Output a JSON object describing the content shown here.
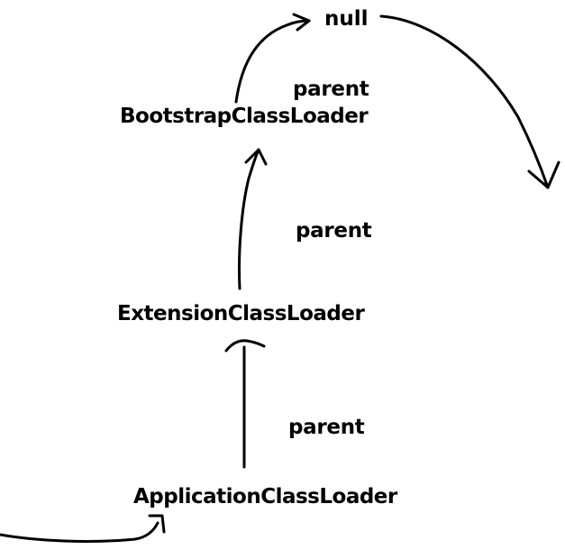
{
  "diagram": {
    "nodes": {
      "null_label": "null",
      "bootstrap": "BootstrapClassLoader",
      "extension": "ExtensionClassLoader",
      "application": "ApplicationClassLoader"
    },
    "edges": {
      "bootstrap_to_null": "parent",
      "extension_to_bootstrap": "parent",
      "application_to_extension": "parent"
    },
    "colors": {
      "stroke": "#000000",
      "background": "#ffffff"
    }
  }
}
